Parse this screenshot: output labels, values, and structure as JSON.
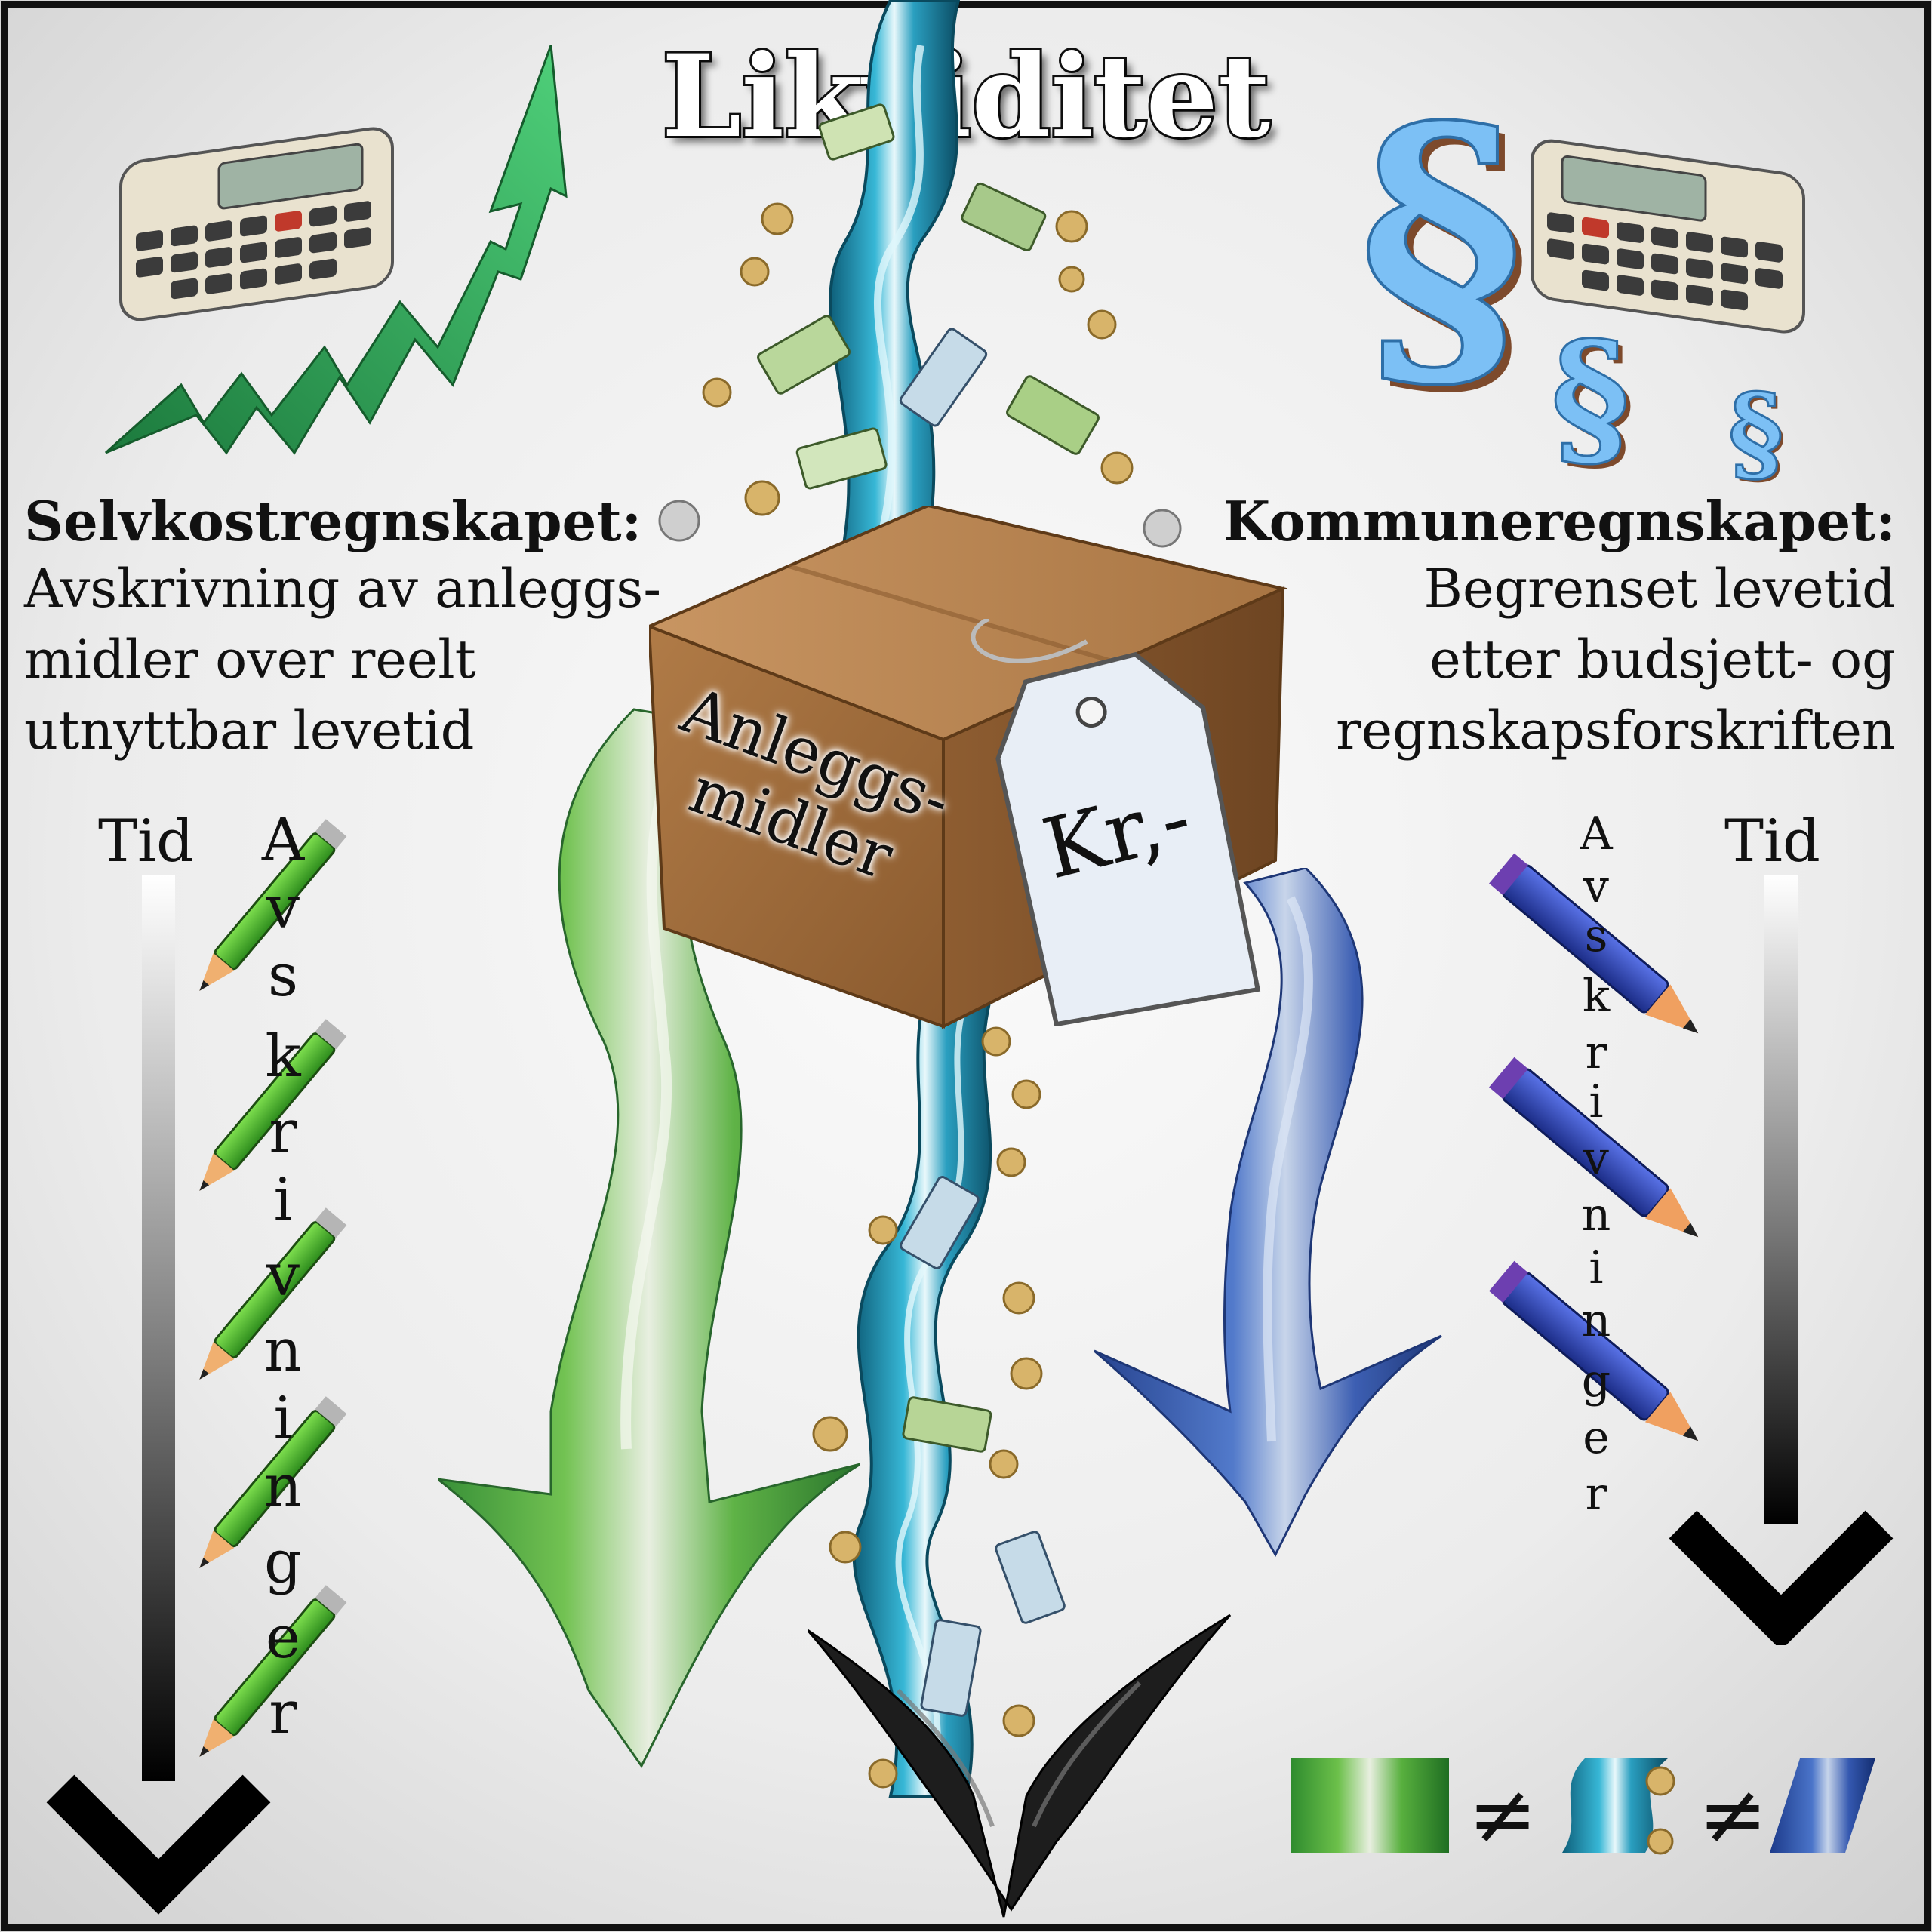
{
  "title": "Likviditet",
  "left_panel": {
    "heading": "Selvkostregnskapet:",
    "lines": [
      "Avskrivning av anleggs-",
      "midler over reelt",
      "utnyttbar levetid"
    ],
    "time_label": "Tid",
    "vertical_word": [
      "A",
      "v",
      "s",
      "k",
      "r",
      "i",
      "v",
      "n",
      "i",
      "n",
      "g",
      "e",
      "r"
    ]
  },
  "right_panel": {
    "heading": "Kommuneregnskapet:",
    "lines": [
      "Begrenset levetid",
      "etter budsjett- og",
      "regnskapsforskriften"
    ],
    "time_label": "Tid",
    "vertical_word": [
      "A",
      "v",
      "s",
      "k",
      "r",
      "i",
      "v",
      "n",
      "i",
      "n",
      "g",
      "e",
      "r"
    ]
  },
  "box": {
    "side_label_1": "Anleggs-",
    "side_label_2": "midler",
    "tag_label": "Kr,-"
  },
  "legend_symbol": "≠",
  "colors": {
    "green_accent": "#3aa23a",
    "blue_accent": "#2f4fa8",
    "water_accent": "#2aa7c4",
    "box_brown": "#a06f3f",
    "paragraph_blue": "#6fb6f0"
  },
  "icons": {
    "left": [
      "calculator-icon",
      "trend-up-arrow-icon",
      "pencil-icon"
    ],
    "right": [
      "paragraph-sign-icon",
      "calculator-icon",
      "pencil-icon"
    ]
  }
}
